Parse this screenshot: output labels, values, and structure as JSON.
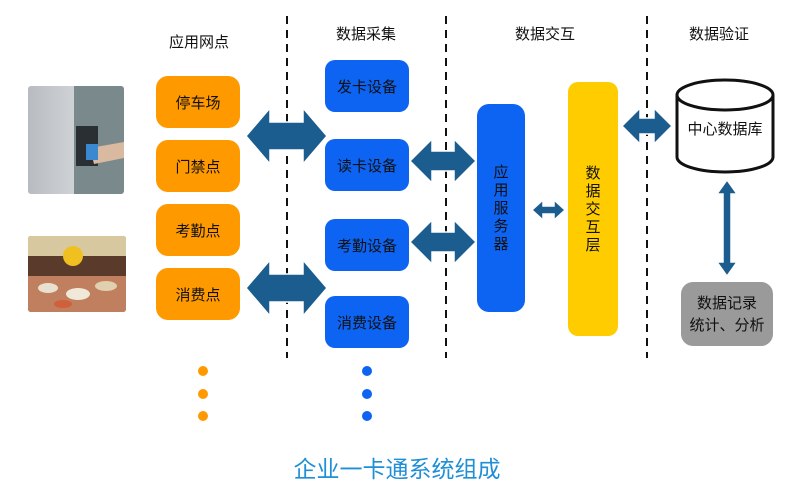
{
  "headers": {
    "col1": "应用网点",
    "col2": "数据采集",
    "col3": "数据交互",
    "col4": "数据验证"
  },
  "nodes": {
    "parking": "停车场",
    "door": "门禁点",
    "attendance": "考勤点",
    "consumption": "消费点"
  },
  "devices": {
    "issue": "发卡设备",
    "reader": "读卡设备",
    "attendance": "考勤设备",
    "consumption": "消费设备"
  },
  "app_server": [
    "应",
    "用",
    "服",
    "务",
    "器"
  ],
  "interaction_layer": [
    "数",
    "据",
    "交",
    "互",
    "层"
  ],
  "database": "中心数据库",
  "records": {
    "line1": "数据记录",
    "line2": "统计、分析"
  },
  "title": "企业一卡通系统组成",
  "colors": {
    "orange": "#ff9900",
    "blue": "#0d63f2",
    "yellow": "#ffcc00",
    "arrow": "#1c5d8f",
    "gray": "#9a9a9a",
    "title": "#1f8fd6"
  }
}
